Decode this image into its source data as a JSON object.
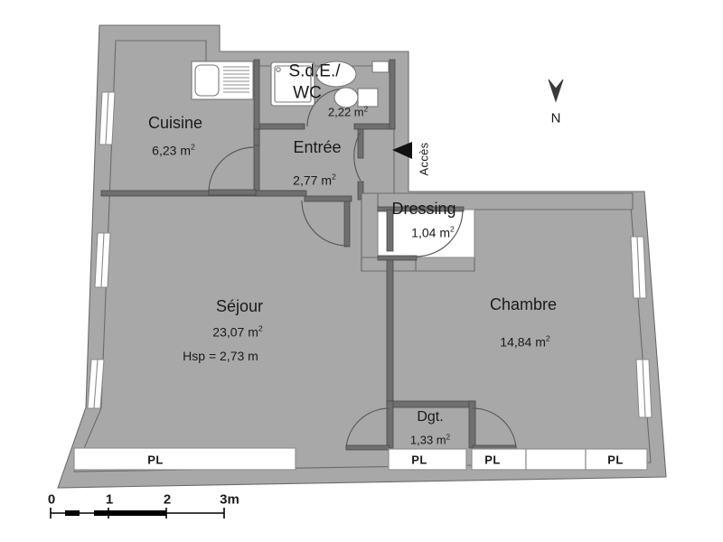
{
  "plan": {
    "type": "architectural-floor-plan",
    "orientation_marker": {
      "label": "N",
      "icon": "north-arrow-icon",
      "direction": "down"
    },
    "access_marker": {
      "label": "Accès",
      "icon": "access-arrow-icon"
    },
    "rooms": [
      {
        "key": "cuisine",
        "name": "Cuisine",
        "area": "6,23 m",
        "unit_exp": "2"
      },
      {
        "key": "sde_wc",
        "name": "S.d.E./",
        "name2": "WC",
        "area": "2,22 m",
        "unit_exp": "2"
      },
      {
        "key": "entree",
        "name": "Entrée",
        "area": "2,77 m",
        "unit_exp": "2"
      },
      {
        "key": "dressing",
        "name": "Dressing",
        "area": "1,04 m",
        "unit_exp": "2"
      },
      {
        "key": "sejour",
        "name": "Séjour",
        "area": "23,07 m",
        "unit_exp": "2",
        "extra": "Hsp = 2,73 m"
      },
      {
        "key": "chambre",
        "name": "Chambre",
        "area": "14,84 m",
        "unit_exp": "2"
      },
      {
        "key": "dgt",
        "name": "Dgt.",
        "area": "1,33 m",
        "unit_exp": "2"
      }
    ],
    "closets": [
      {
        "key": "pl-sejour",
        "label": "PL"
      },
      {
        "key": "pl-dgt-left",
        "label": "PL"
      },
      {
        "key": "pl-dgt-right",
        "label": "PL"
      },
      {
        "key": "pl-chambre",
        "label": "PL"
      }
    ],
    "scale_bar": {
      "ticks": [
        "0",
        "1",
        "2",
        "3m"
      ],
      "unit": "m",
      "total_length_m": 3
    },
    "colors": {
      "wall": "#a8a8a8",
      "wall_stroke": "#6b6b6b",
      "room": "#ffffff",
      "text": "#1a1a1a",
      "thin_wall": "#6f6f6f"
    }
  }
}
